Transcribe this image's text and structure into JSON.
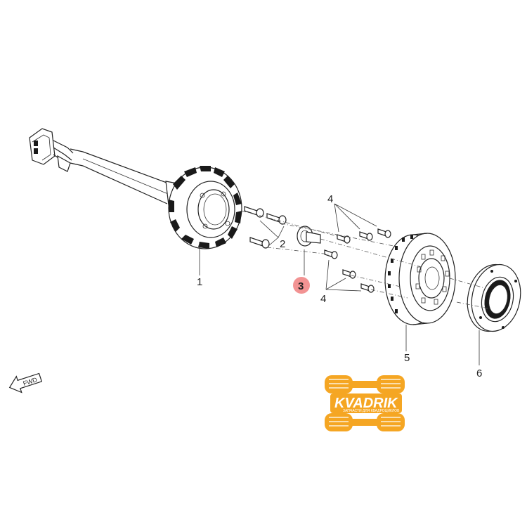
{
  "callouts": {
    "part1": "1",
    "part2": "2",
    "part3": "3",
    "part4_top": "4",
    "part4_bottom": "4",
    "part5": "5",
    "part6": "6"
  },
  "direction_marker": "FWD",
  "watermark": {
    "brand": "KVADRIK",
    "tagline": "ЗАПЧАСТИ ДЛЯ КВАДРОЦИКЛОВ",
    "color": "#f5a623"
  },
  "colors": {
    "highlight": "#f08080",
    "line": "#222222"
  }
}
